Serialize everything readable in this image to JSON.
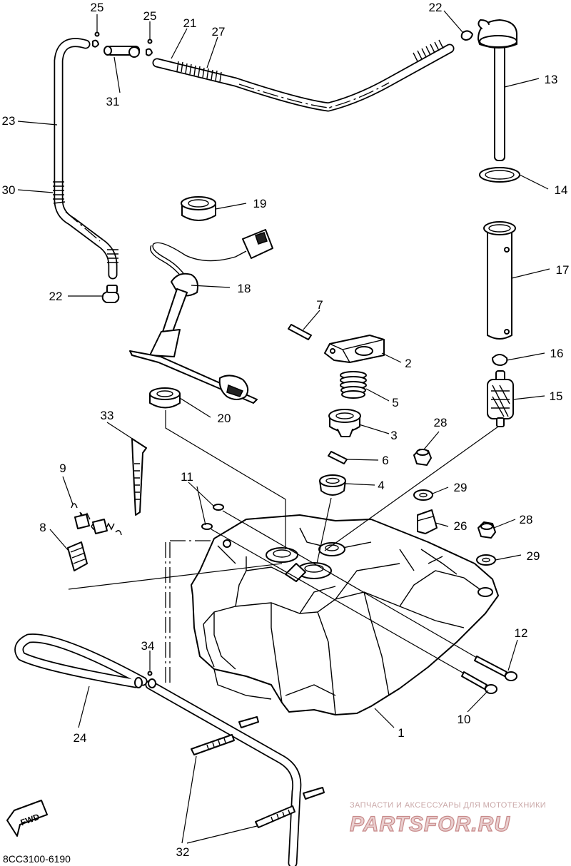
{
  "diagram": {
    "part_code": "8CC3100-6190",
    "fwd_label": "FWD",
    "watermark_caption": "ЗАПЧАСТИ И АКСЕССУАРЫ ДЛЯ МОТОТЕХНИКИ",
    "watermark_logo": "PARTSFOR.RU",
    "callouts": [
      {
        "id": "1",
        "label": "1"
      },
      {
        "id": "2",
        "label": "2"
      },
      {
        "id": "3",
        "label": "3"
      },
      {
        "id": "4",
        "label": "4"
      },
      {
        "id": "5",
        "label": "5"
      },
      {
        "id": "6",
        "label": "6"
      },
      {
        "id": "7",
        "label": "7"
      },
      {
        "id": "8",
        "label": "8"
      },
      {
        "id": "9",
        "label": "9"
      },
      {
        "id": "10",
        "label": "10"
      },
      {
        "id": "11",
        "label": "11"
      },
      {
        "id": "12",
        "label": "12"
      },
      {
        "id": "13",
        "label": "13"
      },
      {
        "id": "14",
        "label": "14"
      },
      {
        "id": "15",
        "label": "15"
      },
      {
        "id": "16",
        "label": "16"
      },
      {
        "id": "17",
        "label": "17"
      },
      {
        "id": "18",
        "label": "18"
      },
      {
        "id": "19",
        "label": "19"
      },
      {
        "id": "20",
        "label": "20"
      },
      {
        "id": "21",
        "label": "21"
      },
      {
        "id": "22a",
        "label": "22"
      },
      {
        "id": "22b",
        "label": "22"
      },
      {
        "id": "23",
        "label": "23"
      },
      {
        "id": "24",
        "label": "24"
      },
      {
        "id": "25a",
        "label": "25"
      },
      {
        "id": "25b",
        "label": "25"
      },
      {
        "id": "26",
        "label": "26"
      },
      {
        "id": "27",
        "label": "27"
      },
      {
        "id": "28a",
        "label": "28"
      },
      {
        "id": "28b",
        "label": "28"
      },
      {
        "id": "29a",
        "label": "29"
      },
      {
        "id": "29b",
        "label": "29"
      },
      {
        "id": "30",
        "label": "30"
      },
      {
        "id": "31",
        "label": "31"
      },
      {
        "id": "32",
        "label": "32"
      },
      {
        "id": "33",
        "label": "33"
      },
      {
        "id": "34",
        "label": "34"
      }
    ]
  }
}
